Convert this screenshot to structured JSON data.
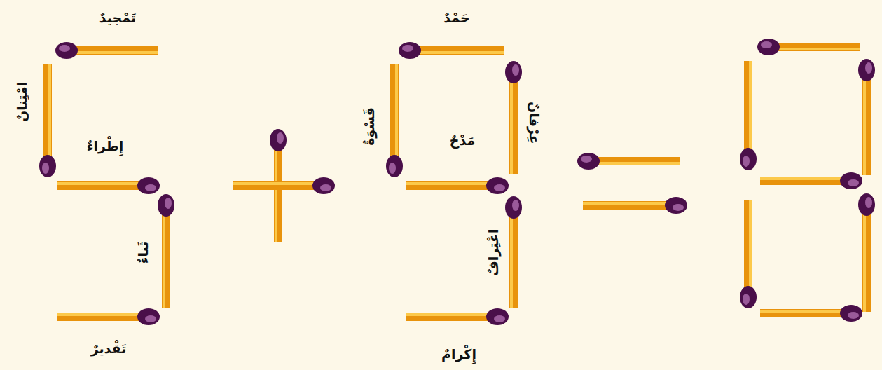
{
  "diagram": {
    "labels": [
      "تَمْجيدٌ",
      "امْتِنانٌ",
      "إِطْراءٌ",
      "ثَناءٌ",
      "تَقْديرٌ",
      "حَمْدٌ",
      "قَسْوَةٌ",
      "مَدْحٌ",
      "عِرْفانٌ",
      "اعْتِرافٌ",
      "إِكْرامٌ"
    ]
  }
}
